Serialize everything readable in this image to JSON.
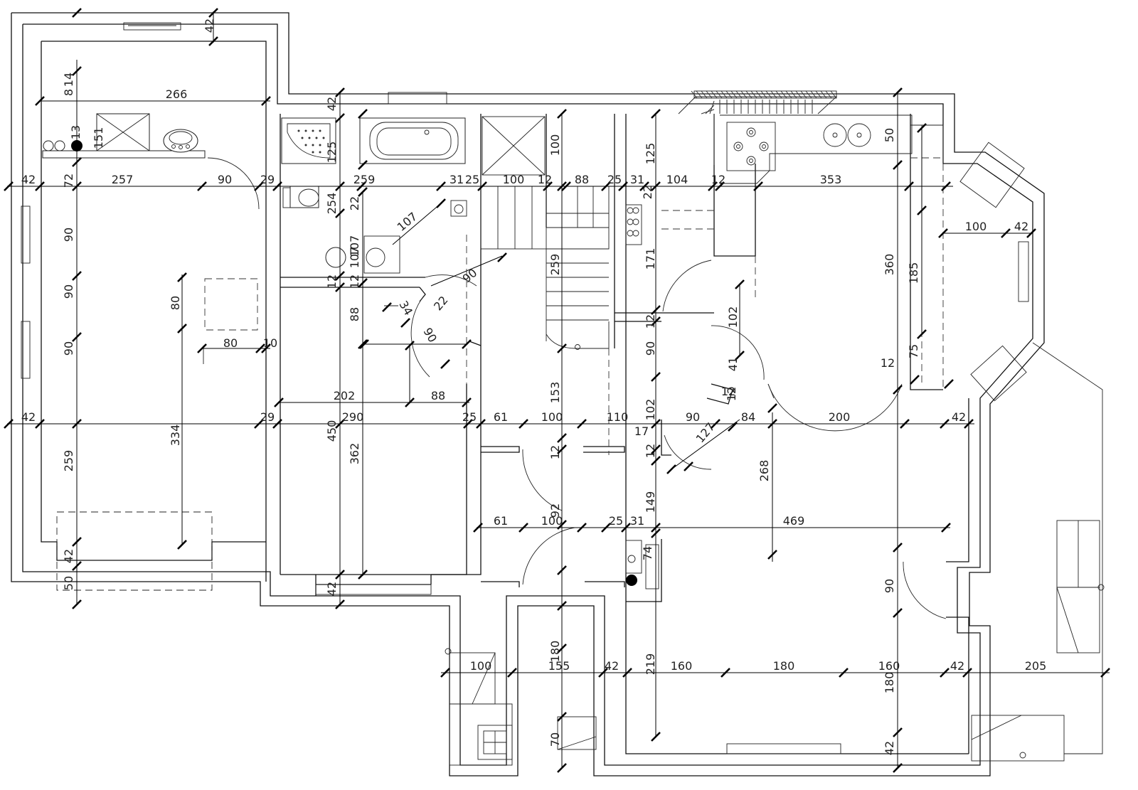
{
  "horizontal_dimensions": [
    "266",
    "42",
    "257",
    "90",
    "29",
    "259",
    "31",
    "25",
    "100",
    "12",
    "88",
    "25",
    "31",
    "104",
    "12",
    "353",
    "100",
    "42",
    "80",
    "10",
    "202",
    "88",
    "42",
    "29",
    "290",
    "25",
    "61",
    "100",
    "110",
    "90",
    "84",
    "200",
    "42",
    "17",
    "61",
    "100",
    "25",
    "31",
    "469",
    "100",
    "155",
    "42",
    "160",
    "180",
    "160",
    "42",
    "205",
    "12",
    "12"
  ],
  "vertical_dimensions": [
    "42",
    "14",
    "8",
    "13",
    "151",
    "72",
    "42",
    "125",
    "100",
    "125",
    "50",
    "254",
    "22",
    "90",
    "90",
    "90",
    "80",
    "107",
    "107",
    "12",
    "12",
    "88",
    "259",
    "171",
    "360",
    "185",
    "75",
    "12",
    "153",
    "90",
    "102",
    "102",
    "41",
    "12",
    "334",
    "259",
    "450",
    "362",
    "12",
    "92",
    "149",
    "268",
    "74",
    "42",
    "42",
    "50",
    "90",
    "180",
    "219",
    "180",
    "70",
    "42",
    "12",
    "22"
  ],
  "diagonal_dimensions": [
    "107",
    "90",
    "22",
    "34",
    "90",
    "127"
  ],
  "fixtures": [
    "shower-tray",
    "bathtub",
    "washbasin",
    "toilet",
    "stove",
    "sink",
    "staircase",
    "chimney",
    "boiler"
  ]
}
